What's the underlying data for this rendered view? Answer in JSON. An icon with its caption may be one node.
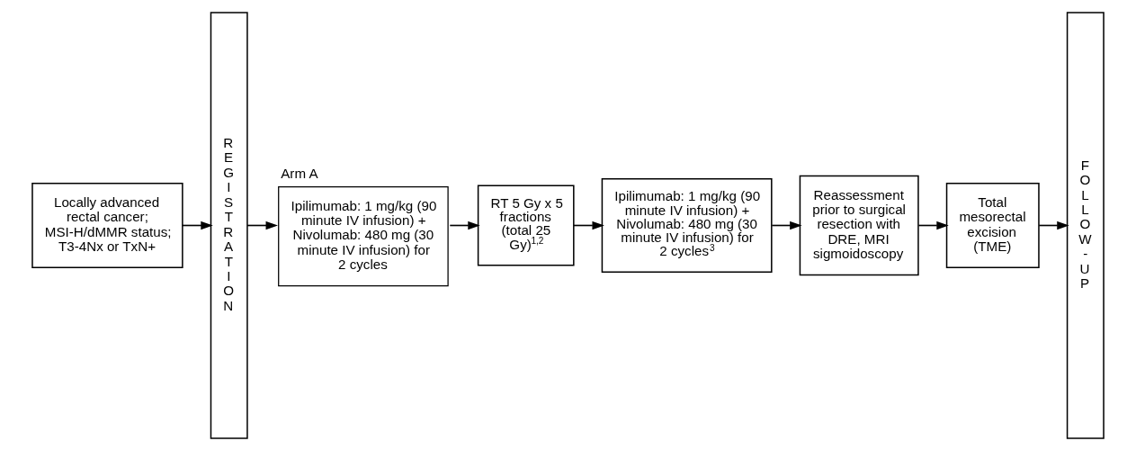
{
  "diagram": {
    "nodes": [
      {
        "text": [
          "Locally advanced rectal cancer; MSI-H/dMMR status; T3-4Nx or TxN+"
        ]
      },
      {
        "text": [
          "REGISTRATION"
        ]
      },
      {
        "text": [
          "Arm A",
          "Ipilimumab: 1 mg/kg (90 minute IV infusion) + Nivolumab: 480 mg (30 minute IV infusion) for 2 cycles"
        ]
      },
      {
        "text": [
          "RT 5 Gy x 5 fractions (total 25 Gy)$^{1,2}$"
        ]
      },
      {
        "text": [
          "Ipilimumab: 1 mg/kg (90 minute IV infusion) + Nivolumab: 480 mg (30 minute IV infusion) for 2 cycles$^{3}$"
        ]
      },
      {
        "text": [
          "Reassessment prior to surgical resection with DRE, MRI sigmoidoscopy"
        ]
      },
      {
        "text": [
          "Total mesorectal excision (TME)"
        ]
      },
      {
        "text": [
          "FOLLOW-UP"
        ]
      }
    ],
    "edges": [
      {
        "from": 0,
        "to": 1,
        "arrow": "to"
      },
      {
        "from": 1,
        "to": 2,
        "arrow": "to"
      },
      {
        "from": 2,
        "to": 3,
        "arrow": "to"
      },
      {
        "from": 3,
        "to": 4,
        "arrow": "to"
      },
      {
        "from": 4,
        "to": 5,
        "arrow": "to"
      },
      {
        "from": 5,
        "to": 6,
        "arrow": "to"
      },
      {
        "from": 6,
        "to": 7,
        "arrow": "to"
      }
    ]
  }
}
